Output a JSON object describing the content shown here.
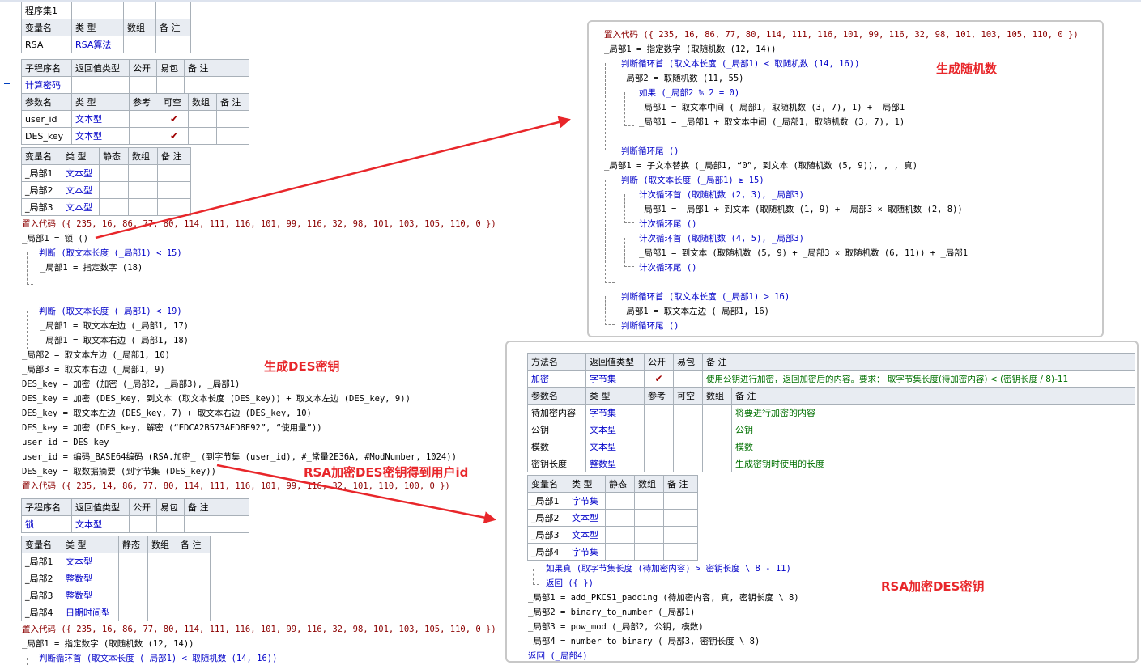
{
  "left": {
    "assembly": {
      "headers": [
        "程序集1",
        "",
        "",
        ""
      ],
      "rowHeaders": [
        "变量名",
        "类 型",
        "数组",
        "备 注"
      ],
      "row": [
        "RSA",
        "RSA算法",
        "",
        ""
      ]
    },
    "sub1": {
      "headers": [
        "子程序名",
        "返回值类型",
        "公开",
        "易包",
        "备 注"
      ],
      "name": "计算密码",
      "paramHeaders": [
        "参数名",
        "类 型",
        "参考",
        "可空",
        "数组",
        "备 注"
      ],
      "params": [
        [
          "user_id",
          "文本型",
          "",
          "✔",
          "",
          ""
        ],
        [
          "DES_key",
          "文本型",
          "",
          "✔",
          "",
          ""
        ]
      ]
    },
    "vars1": {
      "headers": [
        "变量名",
        "类 型",
        "静态",
        "数组",
        "备 注"
      ],
      "rows": [
        [
          "_局部1",
          "文本型"
        ],
        [
          "_局部2",
          "文本型"
        ],
        [
          "_局部3",
          "文本型"
        ]
      ]
    },
    "code1": [
      "置入代码 ({ 235, 16, 86, 77, 80, 114, 111, 116, 101, 99, 116, 32, 98, 101, 103, 105, 110, 0 })",
      "_局部1 = 锁 ()",
      "判断 (取文本长度 (_局部1) < 15)",
      "_局部1 = 指定数字 (18)",
      "判断 (取文本长度 (_局部1) < 19)",
      "_局部1 = 取文本左边 (_局部1, 17)",
      "_局部1 = 取文本右边 (_局部1, 18)",
      "_局部2 = 取文本左边 (_局部1, 10)",
      "_局部3 = 取文本右边 (_局部1, 9)",
      "DES_key = 加密 (加密 (_局部2, _局部3), _局部1)",
      "DES_key = 加密 (DES_key, 到文本 (取文本长度 (DES_key)) + 取文本左边 (DES_key, 9))",
      "DES_key = 取文本左边 (DES_key, 7) + 取文本右边 (DES_key, 10)",
      "DES_key = 加密 (DES_key, 解密 (“EDCA2B573AED8E92”, “使用量”))",
      "user_id = DES_key",
      "user_id = 编码_BASE64编码 (RSA.加密_ (到字节集 (user_id), #_常量2E36A, #ModNumber, 1024))",
      "DES_key = 取数据摘要 (到字节集 (DES_key))",
      "置入代码 ({ 235, 14, 86, 77, 80, 114, 111, 116, 101, 99, 116, 32, 101, 110, 100, 0 })"
    ],
    "sub2": {
      "headers": [
        "子程序名",
        "返回值类型",
        "公开",
        "易包",
        "备 注"
      ],
      "row": [
        "锁",
        "文本型",
        "",
        "",
        ""
      ]
    },
    "vars2": {
      "headers": [
        "变量名",
        "类 型",
        "静态",
        "数组",
        "备 注"
      ],
      "rows": [
        [
          "_局部1",
          "文本型"
        ],
        [
          "_局部2",
          "整数型"
        ],
        [
          "_局部3",
          "整数型"
        ],
        [
          "_局部4",
          "日期时间型"
        ]
      ]
    },
    "code2": [
      "置入代码 ({ 235, 16, 86, 77, 80, 114, 111, 116, 101, 99, 116, 32, 98, 101, 103, 105, 110, 0 })",
      "_局部1 = 指定数字 (取随机数 (12, 14))",
      "判断循环首 (取文本长度 (_局部1) < 取随机数 (14, 16))"
    ]
  },
  "rightTop": {
    "code": [
      "置入代码 ({ 235, 16, 86, 77, 80, 114, 111, 116, 101, 99, 116, 32, 98, 101, 103, 105, 110, 0 })",
      "_局部1 = 指定数字 (取随机数 (12, 14))",
      "判断循环首 (取文本长度 (_局部1) < 取随机数 (14, 16))",
      "_局部2 = 取随机数 (11, 55)",
      "如果 (_局部2 % 2 = 0)",
      "_局部1 = 取文本中间 (_局部1, 取随机数 (3, 7), 1) + _局部1",
      "_局部1 = _局部1 + 取文本中间 (_局部1, 取随机数 (3, 7), 1)",
      "判断循环尾 ()",
      "_局部1 = 子文本替换 (_局部1, “0”, 到文本 (取随机数 (5, 9)), , , 真)",
      "判断 (取文本长度 (_局部1) ≥ 15)",
      "计次循环首 (取随机数 (2, 3), _局部3)",
      "_局部1 = _局部1 + 到文本 (取随机数 (1, 9) + _局部3 × 取随机数 (2, 8))",
      "计次循环尾 ()",
      "计次循环首 (取随机数 (4, 5), _局部3)",
      "_局部1 = 到文本 (取随机数 (5, 9) + _局部3 × 取随机数 (6, 11)) + _局部1",
      "计次循环尾 ()",
      "判断循环首 (取文本长度 (_局部1) > 16)",
      "_局部1 = 取文本左边 (_局部1, 16)",
      "判断循环尾 ()"
    ]
  },
  "rightBottom": {
    "method": {
      "headers": [
        "方法名",
        "返回值类型",
        "公开",
        "易包",
        "备 注"
      ],
      "row": [
        "加密",
        "字节集",
        "✔",
        "",
        "使用公钥进行加密，返回加密后的内容。要求： 取字节集长度(待加密内容) < (密钥长度 / 8)-11"
      ]
    },
    "params": {
      "headers": [
        "参数名",
        "类 型",
        "参考",
        "可空",
        "数组",
        "备 注"
      ],
      "rows": [
        [
          "待加密内容",
          "字节集",
          "将要进行加密的内容"
        ],
        [
          "公钥",
          "文本型",
          "公钥"
        ],
        [
          "模数",
          "文本型",
          "模数"
        ],
        [
          "密钥长度",
          "整数型",
          "生成密钥时使用的长度"
        ]
      ]
    },
    "vars": {
      "headers": [
        "变量名",
        "类 型",
        "静态",
        "数组",
        "备 注"
      ],
      "rows": [
        [
          "_局部1",
          "字节集"
        ],
        [
          "_局部2",
          "文本型"
        ],
        [
          "_局部3",
          "文本型"
        ],
        [
          "_局部4",
          "字节集"
        ]
      ]
    },
    "code": [
      "如果真 (取字节集长度 (待加密内容) > 密钥长度 \\ 8 - 11)",
      "返回 ({ })",
      "_局部1 = add_PKCS1_padding (待加密内容, 真, 密钥长度 \\ 8)",
      "_局部2 = binary_to_number (_局部1)",
      "_局部3 = pow_mod (_局部2, 公钥, 模数)",
      "_局部4 = number_to_binary (_局部3, 密钥长度 \\ 8)",
      "返回 (_局部4)"
    ]
  },
  "annotations": {
    "random": "生成随机数",
    "desKey": "生成DES密钥",
    "rsaUser": "RSA加密DES密钥得到用户id",
    "rsaDes": "RSA加密DES密钥"
  },
  "colors": {
    "annotation": "#e8262a",
    "keyword": "#0000c8",
    "typeBlue": "#0000c8",
    "remark": "#007000",
    "check": "#a00000"
  }
}
